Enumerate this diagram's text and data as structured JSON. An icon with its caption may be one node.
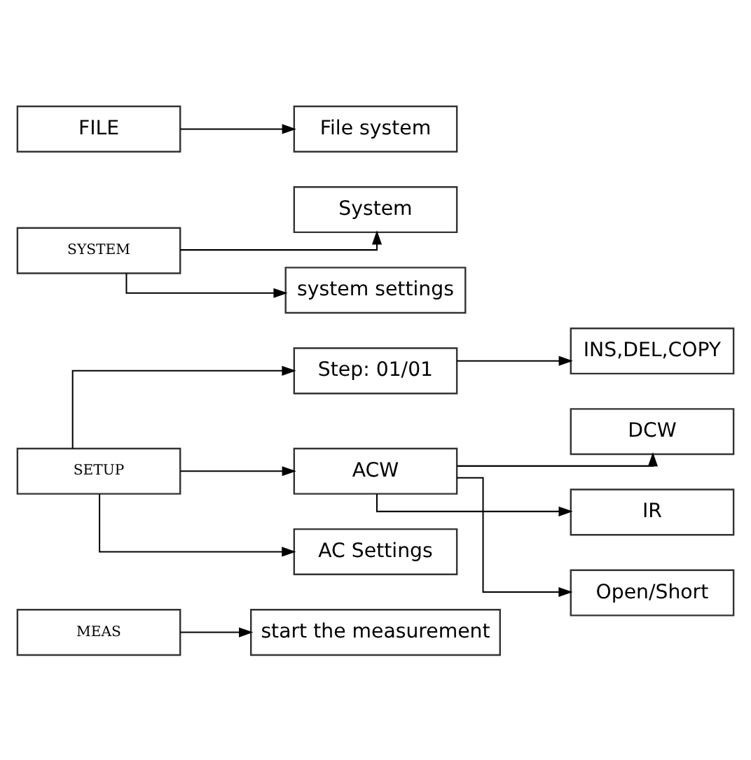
{
  "diagram": {
    "nodes": [
      {
        "text": [
          "MEAS"
        ]
      },
      {
        "text": [
          "start the measurement"
        ]
      },
      {
        "text": [
          "SETUP"
        ]
      },
      {
        "text": [
          "Step: 01/01"
        ]
      },
      {
        "text": [
          "INS,DEL,COPY"
        ]
      },
      {
        "text": [
          "ACW"
        ]
      },
      {
        "text": [
          "AC Settings"
        ]
      },
      {
        "text": [
          "DCW"
        ]
      },
      {
        "text": [
          "IR"
        ]
      },
      {
        "text": [
          "Open/Short"
        ]
      },
      {
        "text": [
          "SYSTEM"
        ]
      },
      {
        "text": [
          "System"
        ]
      },
      {
        "text": [
          "system settings"
        ]
      },
      {
        "text": [
          "FILE"
        ]
      },
      {
        "text": [
          "File system"
        ]
      }
    ],
    "edges": [
      {
        "from": 0,
        "to": 1,
        "arrow": "to"
      },
      {
        "from": 2,
        "to": 3,
        "arrow": "to"
      },
      {
        "from": 3,
        "to": 4,
        "arrow": "to"
      },
      {
        "from": 2,
        "to": 5,
        "arrow": "to"
      },
      {
        "from": 2,
        "to": 6,
        "arrow": "to"
      },
      {
        "from": 5,
        "to": 7,
        "arrow": "to"
      },
      {
        "from": 5,
        "to": 8,
        "arrow": "to"
      },
      {
        "from": 5,
        "to": 9,
        "arrow": "to"
      },
      {
        "from": 10,
        "to": 11,
        "arrow": "to"
      },
      {
        "from": 10,
        "to": 12,
        "arrow": "to"
      },
      {
        "from": 13,
        "to": 14,
        "arrow": "to"
      }
    ]
  }
}
